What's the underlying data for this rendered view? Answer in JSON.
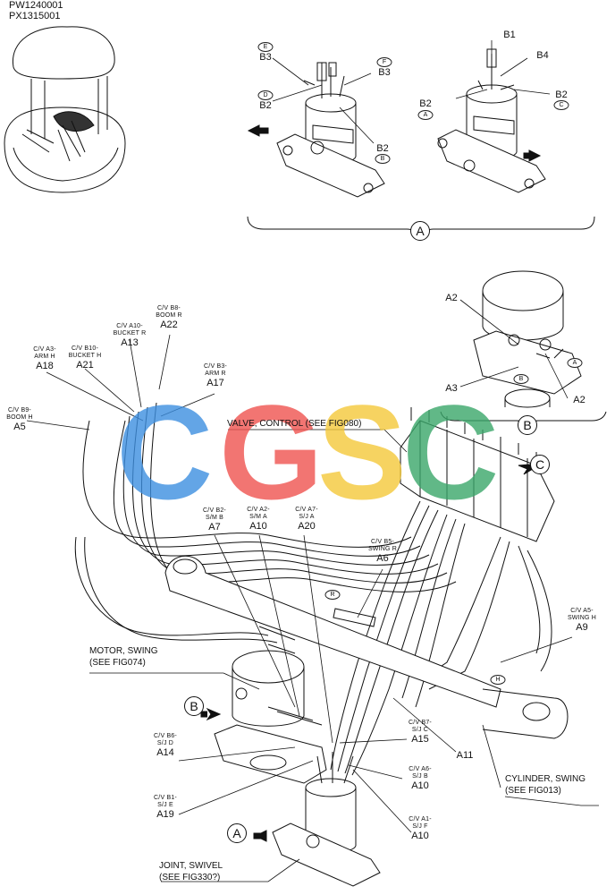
{
  "header": {
    "line1": "PW1240001",
    "line2": "PX1315001"
  },
  "watermark": {
    "letters": [
      "C",
      "G",
      "S",
      "C"
    ],
    "colors": [
      "#3d8fe0",
      "#f0534f",
      "#f5c93a",
      "#3aa76a"
    ]
  },
  "view_a_labels": {
    "left": [
      {
        "code": "B3",
        "bubble": "E"
      },
      {
        "code": "B2",
        "bubble": "D"
      },
      {
        "code": "B3",
        "bubble": "F"
      },
      {
        "code": "B2",
        "bubble": "B"
      }
    ],
    "right": [
      {
        "code": "B1"
      },
      {
        "code": "B4"
      },
      {
        "code": "B2",
        "bubble": "A"
      },
      {
        "code": "B2",
        "bubble": "C"
      }
    ],
    "callout": "A"
  },
  "view_b_labels": {
    "codes": [
      {
        "code": "A2"
      },
      {
        "code": "A3",
        "bubble": "B"
      },
      {
        "code": "A2",
        "bubble": "A"
      }
    ],
    "callout": "B"
  },
  "callouts": [
    {
      "id": "A18",
      "title1": "C/V A3-",
      "title2": "ARM H",
      "code": "A18"
    },
    {
      "id": "A21",
      "title1": "C/V B10-",
      "title2": "BUCKET H",
      "code": "A21"
    },
    {
      "id": "A13",
      "title1": "C/V A10-",
      "title2": "BUCKET R",
      "code": "A13"
    },
    {
      "id": "A22",
      "title1": "C/V B8-",
      "title2": "BOOM R",
      "code": "A22"
    },
    {
      "id": "A17",
      "title1": "C/V B3-",
      "title2": "ARM R",
      "code": "A17"
    },
    {
      "id": "A5",
      "title1": "C/V B9-",
      "title2": "BOOM H",
      "code": "A5"
    },
    {
      "id": "A7",
      "title1": "C/V B2-",
      "title2": "S/M B",
      "code": "A7"
    },
    {
      "id": "A10a",
      "title1": "C/V A2-",
      "title2": "S/M A",
      "code": "A10"
    },
    {
      "id": "A20",
      "title1": "C/V A7-",
      "title2": "S/J A",
      "code": "A20"
    },
    {
      "id": "A6",
      "title1": "C/V B5-",
      "title2": "SWING R",
      "code": "A6"
    },
    {
      "id": "A9",
      "title1": "C/V A5-",
      "title2": "SWING H",
      "code": "A9"
    },
    {
      "id": "A15",
      "title1": "C/V B7-",
      "title2": "S/J C",
      "code": "A15"
    },
    {
      "id": "A14",
      "title1": "C/V B6-",
      "title2": "S/J D",
      "code": "A14"
    },
    {
      "id": "A10b",
      "title1": "C/V A6-",
      "title2": "S/J B",
      "code": "A10"
    },
    {
      "id": "A19",
      "title1": "C/V B1-",
      "title2": "S/J E",
      "code": "A19"
    },
    {
      "id": "A10c",
      "title1": "C/V A1-",
      "title2": "S/J F",
      "code": "A10"
    }
  ],
  "notes": {
    "valve": "VALVE, CONTROL (SEE FIG080)",
    "motor1": "MOTOR, SWING",
    "motor2": "(SEE FIG074)",
    "cyl1": "CYLINDER, SWING",
    "cyl2": "(SEE FIG013)",
    "joint1": "JOINT, SWIVEL",
    "joint2": "(SEE FIG330?)",
    "a11": "A11"
  },
  "view_markers": {
    "c": "C",
    "b": "B",
    "a": "A",
    "r": "R",
    "h": "H"
  }
}
